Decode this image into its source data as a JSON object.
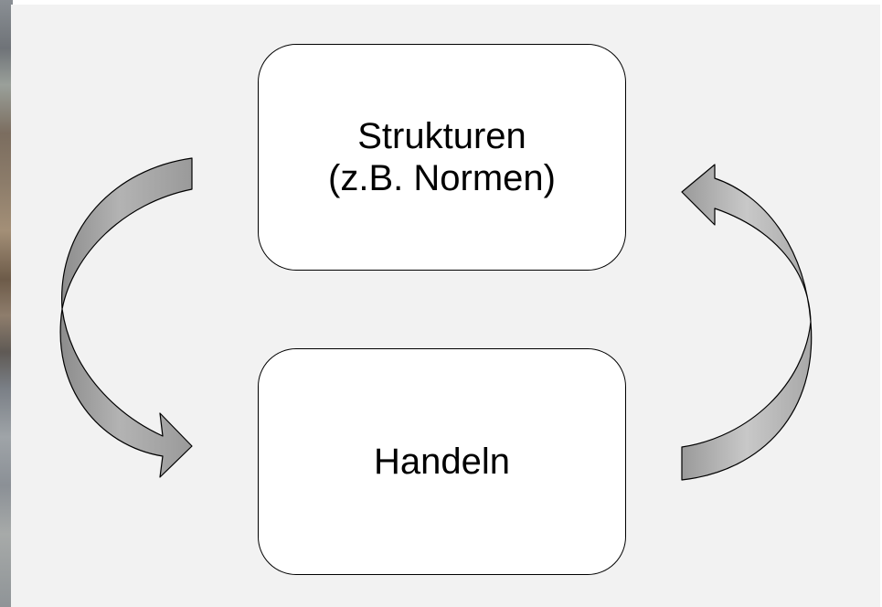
{
  "diagram": {
    "top_box": {
      "line1": "Strukturen",
      "line2": "(z.B. Normen)"
    },
    "bottom_box": {
      "label": "Handeln"
    }
  },
  "colors": {
    "background": "#f2f2f2",
    "box_fill": "#ffffff",
    "arrow_left_fill": "#a6a6a6",
    "arrow_right_fill": "#bfbfbf",
    "outline": "#000000"
  }
}
